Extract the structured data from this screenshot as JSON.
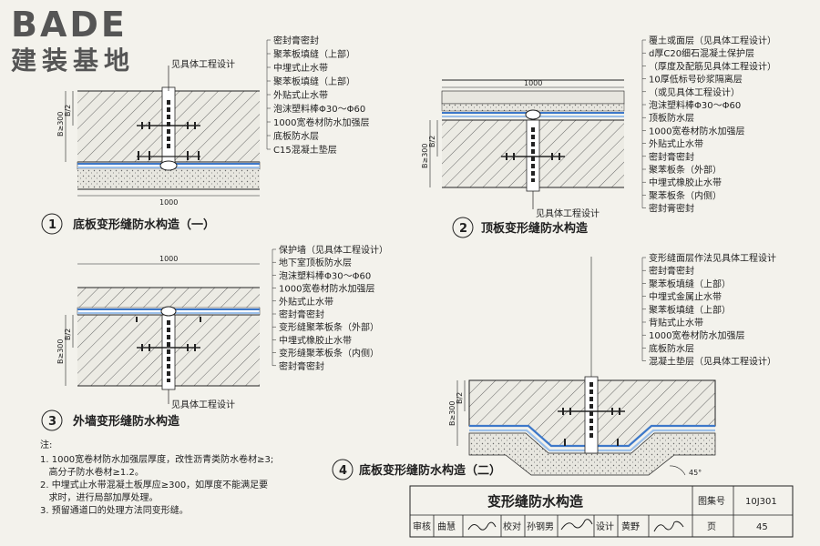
{
  "logo": {
    "brand": "BADE",
    "sub": "建装基地"
  },
  "d1": {
    "labels": [
      "密封膏密封",
      "聚苯板填缝（上部）",
      "中埋式止水带",
      "聚苯板填缝（上部）",
      "外贴式止水带",
      "泡沫塑料棒Φ30～Φ60",
      "1000宽卷材防水加强层",
      "底板防水层",
      "C15混凝土垫层"
    ],
    "top_note": "见具体工程设计",
    "dims": {
      "width": "1000",
      "b": "B≥300",
      "b2": "B/2"
    },
    "num": "1",
    "caption": "底板变形缝防水构造（一）"
  },
  "d2": {
    "labels": [
      "覆土或面层（见具体工程设计）",
      "d厚C20细石混凝土保护层",
      "（厚度及配筋见具体工程设计）",
      "10厚低标号砂浆隔离层",
      "（或见具体工程设计）",
      "泡沫塑料棒Φ30～Φ60",
      "顶板防水层",
      "1000宽卷材防水加强层",
      "外贴式止水带",
      "密封膏密封",
      "聚苯板条（外部）",
      "中埋式橡胶止水带",
      "聚苯板条（内侧）",
      "密封膏密封"
    ],
    "bottom_note": "见具体工程设计",
    "dims": {
      "width": "1000",
      "b": "B≥300",
      "b2": "B/2"
    },
    "num": "2",
    "caption": "顶板变形缝防水构造"
  },
  "d3": {
    "labels": [
      "保护墙（见具体工程设计）",
      "地下室顶板防水层",
      "泡沫塑料棒Φ30～Φ60",
      "1000宽卷材防水加强层",
      "外贴式止水带",
      "密封膏密封",
      "变形缝聚苯板条（外部）",
      "中埋式橡胶止水带",
      "变形缝聚苯板条（内侧）",
      "密封膏密封"
    ],
    "bottom_note": "见具体工程设计",
    "dims": {
      "width": "1000",
      "b": "B≥300",
      "b2": "B/2"
    },
    "num": "3",
    "caption": "外墙变形缝防水构造"
  },
  "d4": {
    "labels": [
      "变形缝面层作法见具体工程设计",
      "密封膏密封",
      "聚苯板填缝（上部）",
      "中埋式金属止水带",
      "聚苯板填缝（上部）",
      "背贴式止水带",
      "1000宽卷材防水加强层",
      "底板防水层",
      "混凝土垫层（见具体工程设计）"
    ],
    "dims": {
      "b": "B≥300",
      "b2": "B/2"
    },
    "angle": "45°",
    "num": "4",
    "caption": "底板变形缝防水构造（二）"
  },
  "notes": {
    "title": "注:",
    "lines": [
      "1. 1000宽卷材防水加强层厚度，改性沥青类防水卷材≥3;",
      "   高分子防水卷材≥1.2。",
      "2. 中埋式止水带混凝土板厚应≥300，如厚度不能满足要",
      "   求时，进行局部加厚处理。",
      "3. 预留通道口的处理方法同变形缝。"
    ]
  },
  "titleblock": {
    "title": "变形缝防水构造",
    "atlas_label": "图集号",
    "atlas_no": "10J301",
    "review_label": "审核",
    "reviewer": "曲慧",
    "check_label": "校对",
    "checker": "孙钢男",
    "design_label": "设计",
    "designer": "黄野",
    "page_label": "页",
    "page_no": "45"
  },
  "colors": {
    "hatch": "#555555",
    "concrete_bg": "#ecebe4",
    "membrane": "#3d78c9",
    "membrane_light": "#9cc0ea",
    "brand": "#555555",
    "brand_red": "#c0392b"
  }
}
